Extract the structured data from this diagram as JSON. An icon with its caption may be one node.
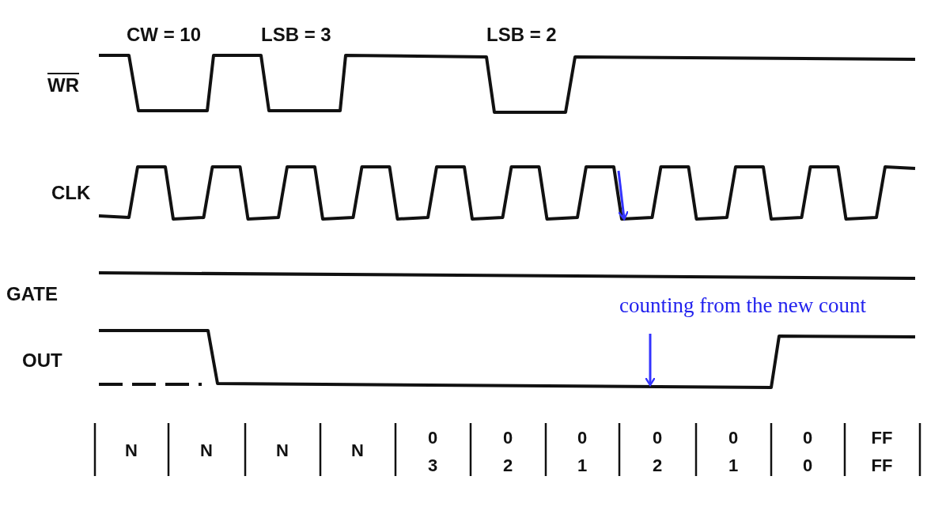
{
  "diagram": {
    "nodes": [
      {
        "text": [
          "counting from the new count"
        ]
      },
      {
        "text": [],
        "shape": "line"
      }
    ],
    "edges": [
      {
        "from": 0,
        "to": 1,
        "arrow": "to",
        "color": "#3333ff"
      }
    ],
    "labels": [
      "CW = 10",
      "LSB = 3",
      "LSB = 2",
      "WR",
      "CLK",
      "GATE",
      "OUT",
      "N",
      "N",
      "N",
      "N",
      "0",
      "3",
      "0",
      "2",
      "0",
      "1",
      "0",
      "2",
      "0",
      "1",
      "0",
      "0",
      "FF",
      "FF"
    ]
  }
}
